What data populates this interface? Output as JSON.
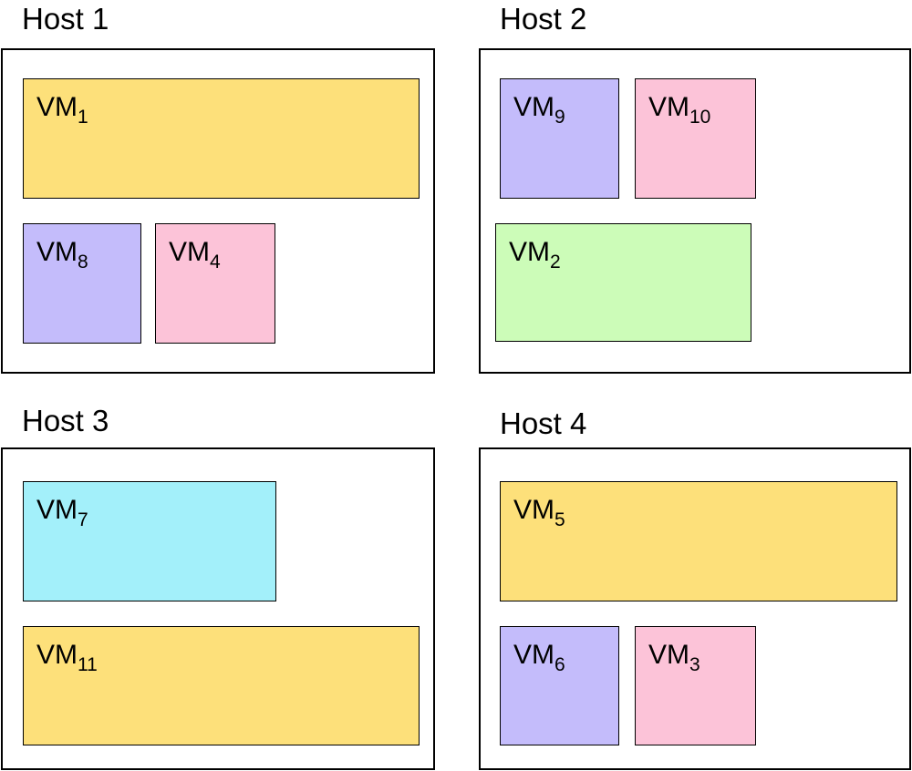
{
  "colors": {
    "yellow": "#fde07a",
    "purple": "#c4bcfb",
    "pink": "#fcc3d8",
    "green": "#ccfcb8",
    "cyan": "#a3f0fa"
  },
  "hosts": [
    {
      "label": "Host 1",
      "vms": [
        {
          "name": "VM",
          "sub": "1",
          "color": "yellow"
        },
        {
          "name": "VM",
          "sub": "8",
          "color": "purple"
        },
        {
          "name": "VM",
          "sub": "4",
          "color": "pink"
        }
      ]
    },
    {
      "label": "Host 2",
      "vms": [
        {
          "name": "VM",
          "sub": "9",
          "color": "purple"
        },
        {
          "name": "VM",
          "sub": "10",
          "color": "pink"
        },
        {
          "name": "VM",
          "sub": "2",
          "color": "green"
        }
      ]
    },
    {
      "label": "Host 3",
      "vms": [
        {
          "name": "VM",
          "sub": "7",
          "color": "cyan"
        },
        {
          "name": "VM",
          "sub": "11",
          "color": "yellow"
        }
      ]
    },
    {
      "label": "Host 4",
      "vms": [
        {
          "name": "VM",
          "sub": "5",
          "color": "yellow"
        },
        {
          "name": "VM",
          "sub": "6",
          "color": "purple"
        },
        {
          "name": "VM",
          "sub": "3",
          "color": "pink"
        }
      ]
    }
  ]
}
